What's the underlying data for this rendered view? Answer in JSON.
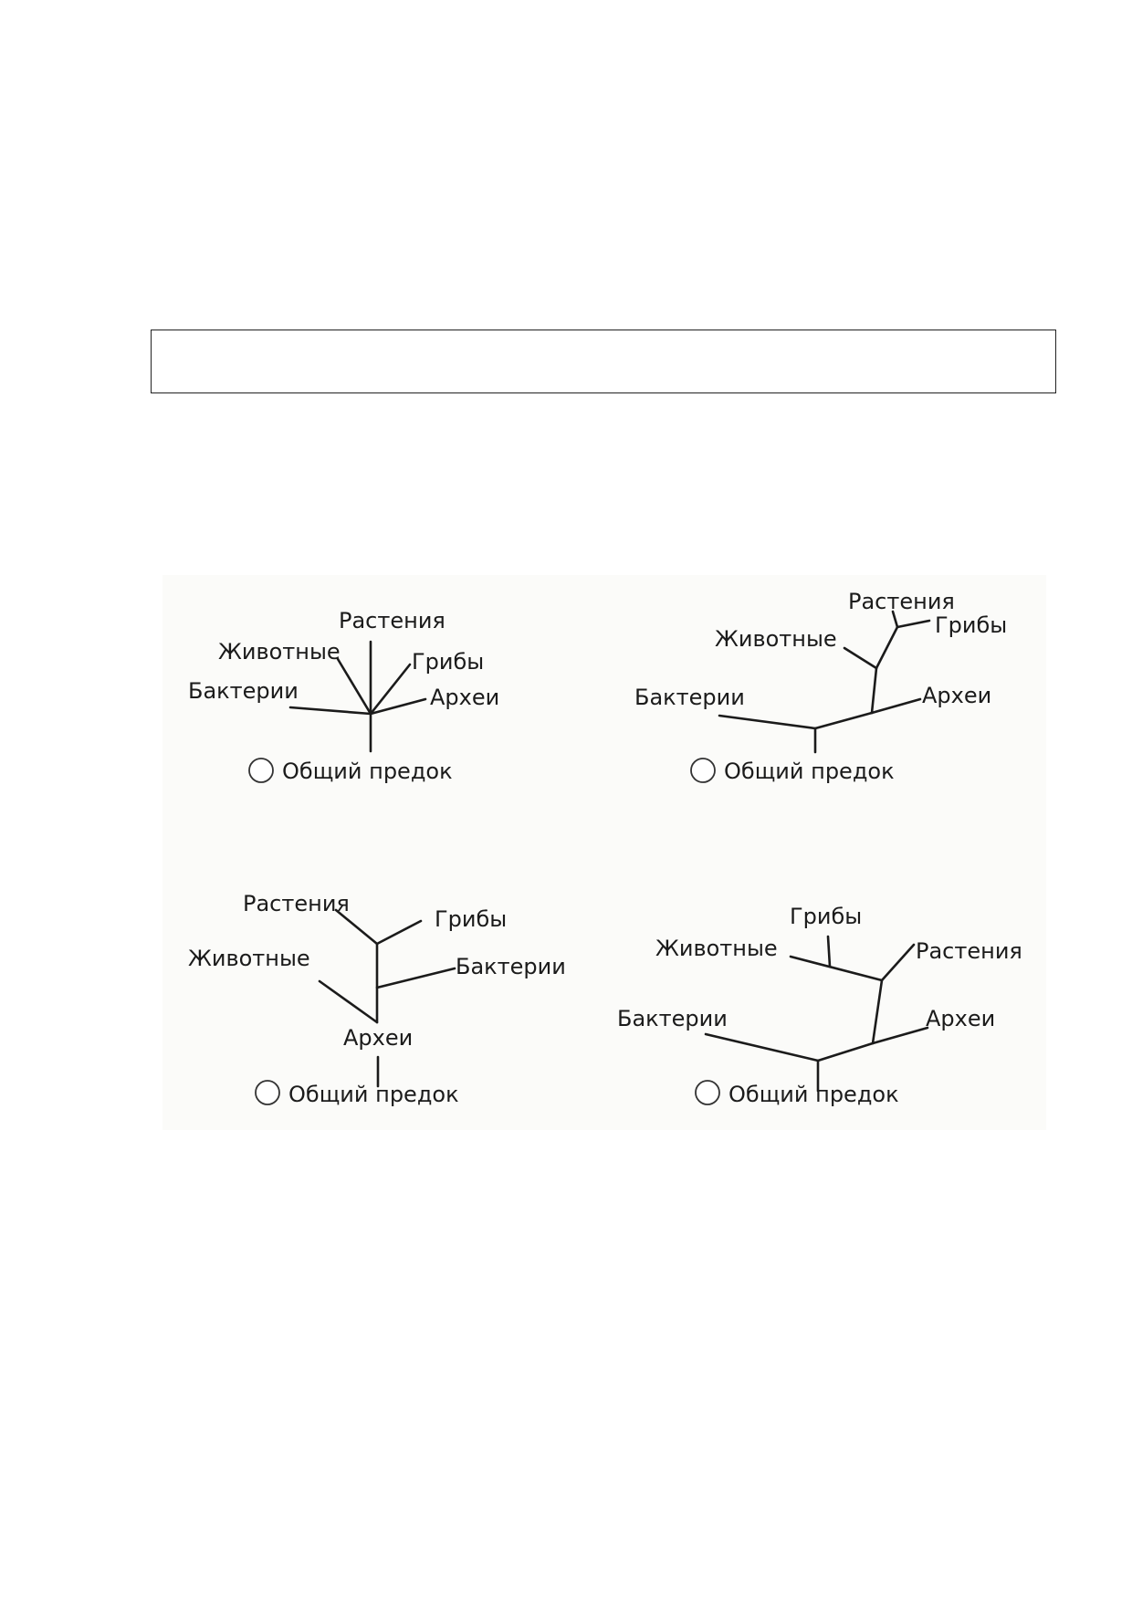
{
  "answer_field": {
    "value": ""
  },
  "trees": {
    "common_ancestor": "Общий предок",
    "tree1": {
      "plants": "Растения",
      "animals": "Животные",
      "fungi": "Грибы",
      "bacteria": "Бактерии",
      "archaea": "Археи",
      "ancestor": "Общий предок"
    },
    "tree2": {
      "plants": "Растения",
      "fungi": "Грибы",
      "animals": "Животные",
      "bacteria": "Бактерии",
      "archaea": "Археи",
      "ancestor": "Общий предок"
    },
    "tree3": {
      "plants": "Растения",
      "fungi": "Грибы",
      "animals": "Животные",
      "bacteria": "Бактерии",
      "archaea": "Археи",
      "ancestor": "Общий предок"
    },
    "tree4": {
      "fungi": "Грибы",
      "animals": "Животные",
      "plants": "Растения",
      "bacteria": "Бактерии",
      "archaea": "Археи",
      "ancestor": "Общий предок"
    }
  }
}
